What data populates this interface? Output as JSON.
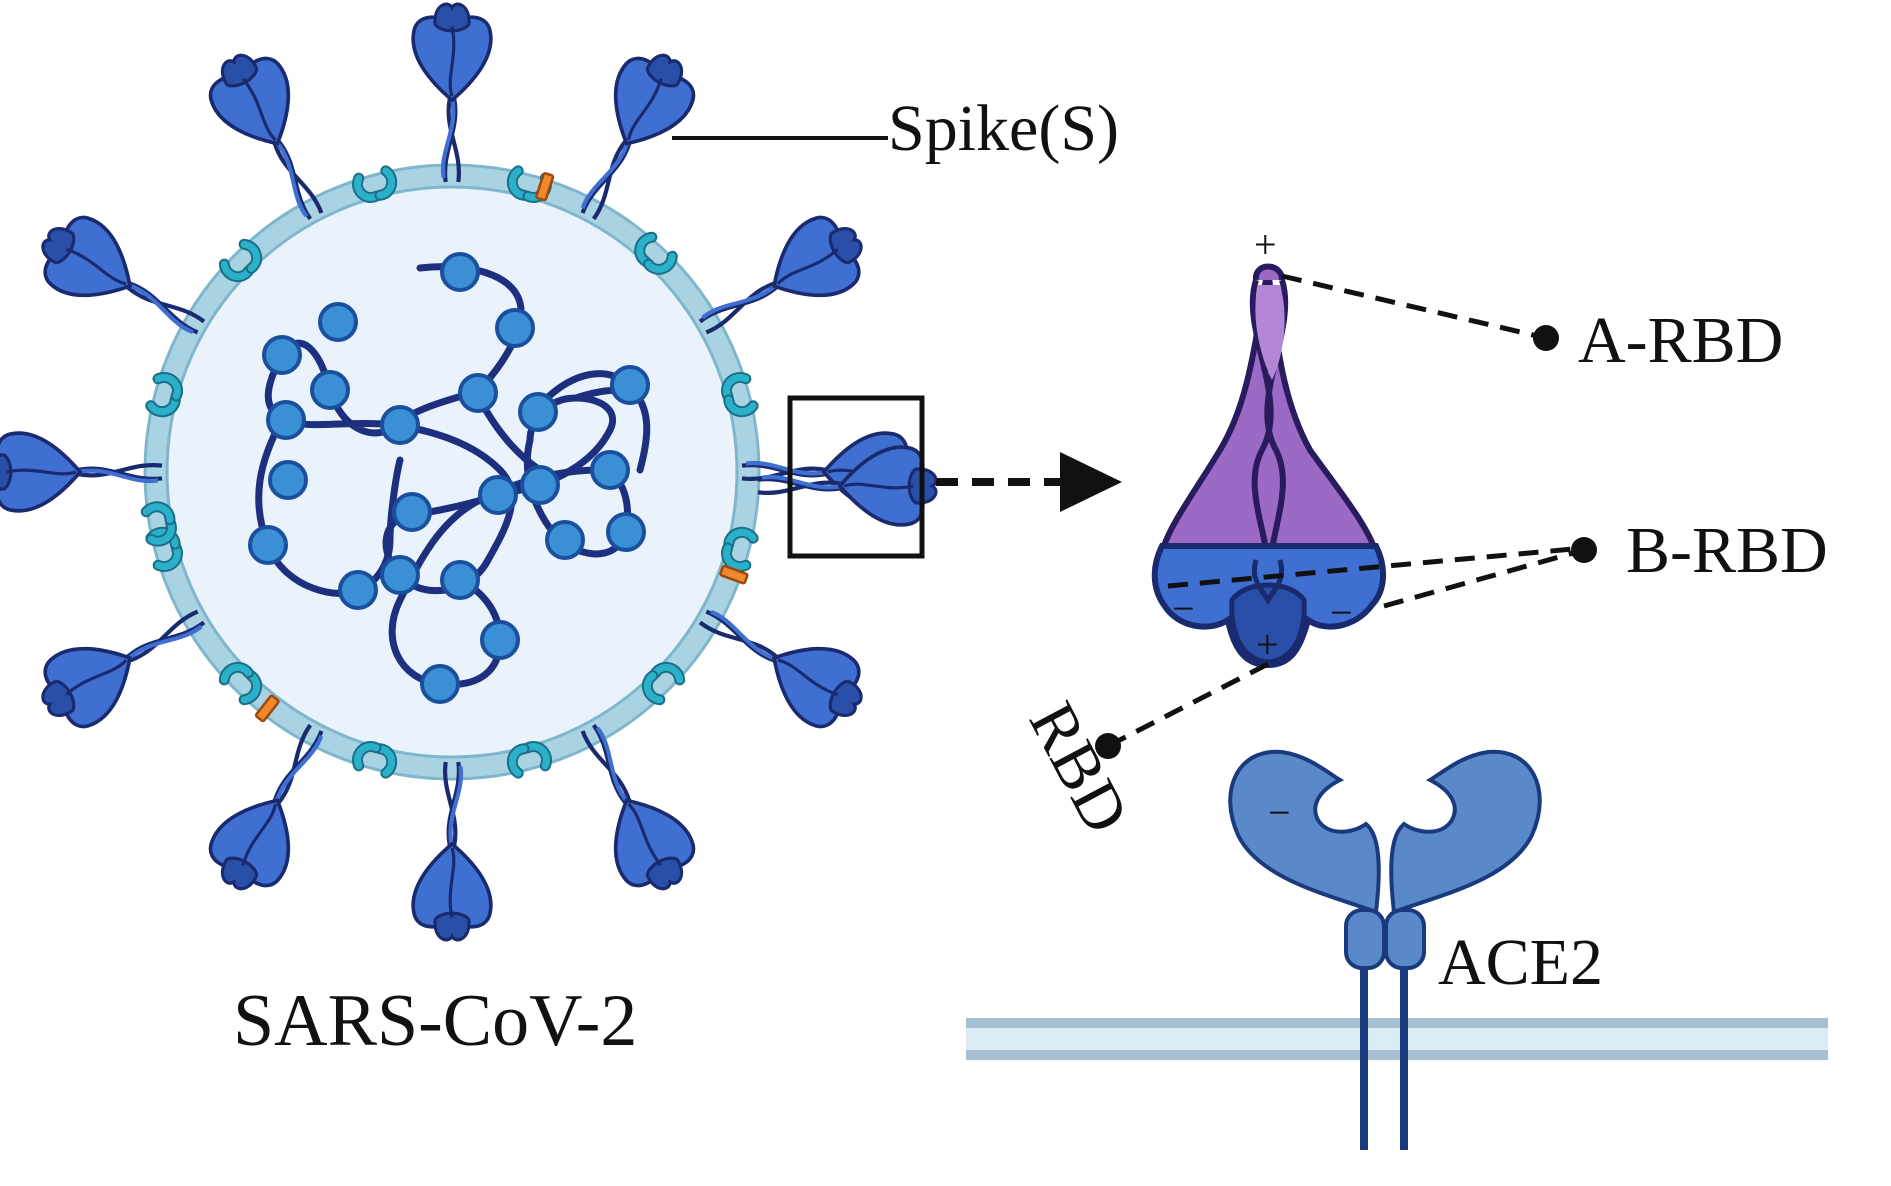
{
  "virus": {
    "name": "SARS-CoV-2",
    "spike_label": "Spike(S)"
  },
  "rbd": {
    "a_label": "A-RBD",
    "b_label": "B-RBD",
    "rbd_label": "RBD",
    "plus": "+",
    "minus": "−"
  },
  "receptor": {
    "label": "ACE2"
  },
  "colors": {
    "spike_blue": "#3f6fd1",
    "spike_dark": "#2a4fa8",
    "outline": "#1a2a6e",
    "rna": "#1f2f7f",
    "nucleocapsid": "#3b8fd4",
    "membrane_fill": "#eaf3fb",
    "membrane_ring": "#a9d3e3",
    "membrane_protein": "#2bb0c9",
    "envelope_protein": "#f0882c",
    "rbd_purple": "#9a6ac5",
    "ace2_blue": "#5a89c9",
    "cell_membrane": "#a8bfd0",
    "cell_membrane_inner": "#dcecf7"
  }
}
